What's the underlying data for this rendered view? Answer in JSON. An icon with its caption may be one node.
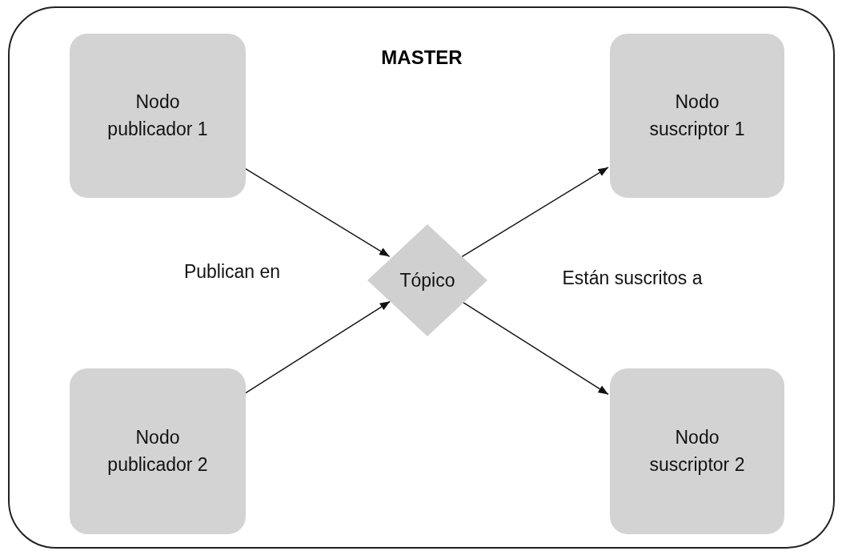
{
  "diagram": {
    "nodes": [
      {
        "text": [
          "MASTER"
        ]
      },
      {
        "text": [
          "Nodo publicador 1"
        ],
        "in": 0
      },
      {
        "text": [
          "Nodo suscriptor 1"
        ],
        "in": 0
      },
      {
        "text": [
          "Tópico"
        ],
        "in": 0
      },
      {
        "text": [
          "Nodo publicador 2"
        ],
        "in": 0
      },
      {
        "text": [
          "Nodo suscriptor 2"
        ],
        "in": 0
      }
    ],
    "edges": [
      {
        "from": 1,
        "to": 3,
        "arrow": "to"
      },
      {
        "from": 4,
        "to": 3,
        "arrow": "to"
      },
      {
        "from": 3,
        "to": 2,
        "arrow": "to"
      },
      {
        "from": 3,
        "to": 5,
        "arrow": "to"
      }
    ],
    "labels": [
      "Publican en",
      "Están suscritos a"
    ]
  }
}
